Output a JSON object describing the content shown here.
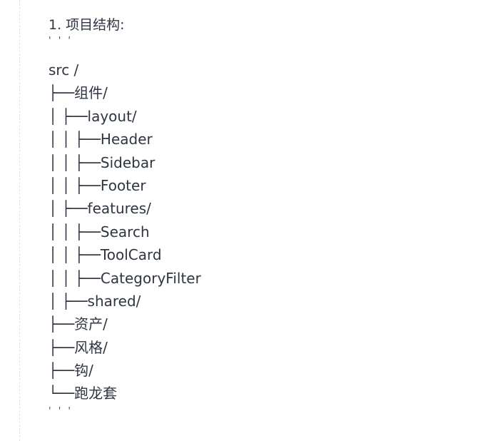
{
  "heading": "1. 项目结构:",
  "fence_open": "' ' '",
  "fence_close": "' ' '",
  "tree": [
    "src /",
    "├──组件/",
    "│ ├──layout/",
    "│ │ ├──Header",
    "│ │ ├──Sidebar",
    "│ │ ├──Footer",
    "│ ├──features/",
    "│ │ ├──Search",
    "│ │ ├──ToolCard",
    "│ │ ├──CategoryFilter",
    "│ ├──shared/",
    "├──资产/",
    "├──风格/",
    "├──钩/",
    "└──跑龙套"
  ]
}
